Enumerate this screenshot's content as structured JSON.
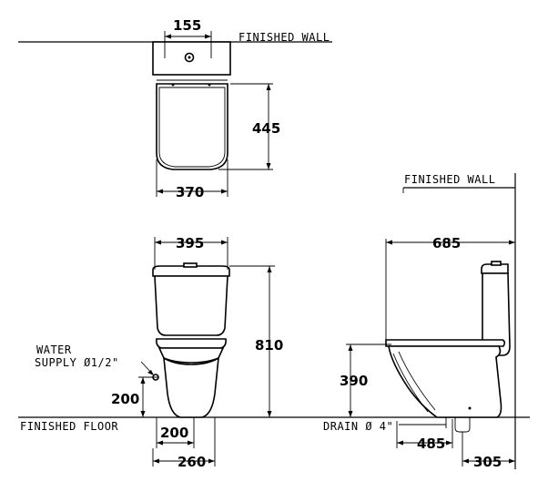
{
  "labels": {
    "finished_wall_top": "FINISHED WALL",
    "finished_wall_side": "FINISHED WALL",
    "finished_floor": "FINISHED FLOOR",
    "water_supply_line1": "WATER",
    "water_supply_line2": "SUPPLY Ø1/2\"",
    "drain": "DRAIN Ø 4\""
  },
  "dimensions": {
    "tank_offset": "155",
    "seat_depth": "445",
    "seat_width": "370",
    "tank_width": "395",
    "total_height": "810",
    "supply_height": "200",
    "base_width": "200",
    "base_outer_width": "260",
    "total_depth": "685",
    "seat_height": "390",
    "drain_offset": "485",
    "rough_in": "305"
  }
}
